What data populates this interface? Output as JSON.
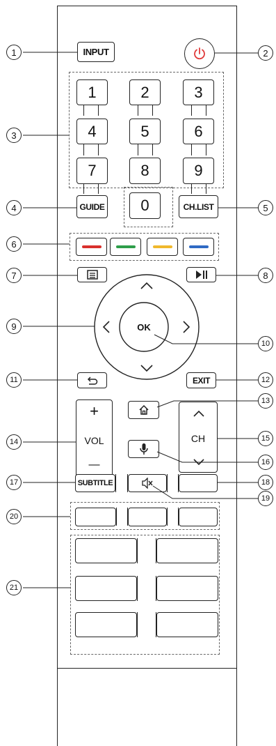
{
  "buttons": {
    "input": "INPUT",
    "numbers": [
      "1",
      "2",
      "3",
      "4",
      "5",
      "6",
      "7",
      "8",
      "9",
      "0"
    ],
    "guide": "GUIDE",
    "chlist": "CH.LIST",
    "ok": "OK",
    "exit": "EXIT",
    "vol_plus": "+",
    "vol_label": "VOL",
    "vol_minus": "—",
    "ch_label": "CH",
    "subtitle": "SUBTITLE"
  },
  "colors": {
    "red": "#d9302c",
    "green": "#2e9e4a",
    "yellow": "#f0b82c",
    "blue": "#2f6ac4",
    "power": "#e03a3a"
  },
  "callouts": [
    "1",
    "2",
    "3",
    "4",
    "5",
    "6",
    "7",
    "8",
    "9",
    "10",
    "11",
    "12",
    "13",
    "14",
    "15",
    "16",
    "17",
    "18",
    "19",
    "20",
    "21"
  ],
  "icons": {
    "power": "power-icon",
    "teletext": "teletext-icon",
    "play_pause": "play-pause-icon",
    "back": "back-icon",
    "home": "home-icon",
    "mic": "microphone-icon",
    "mute": "mute-icon"
  }
}
